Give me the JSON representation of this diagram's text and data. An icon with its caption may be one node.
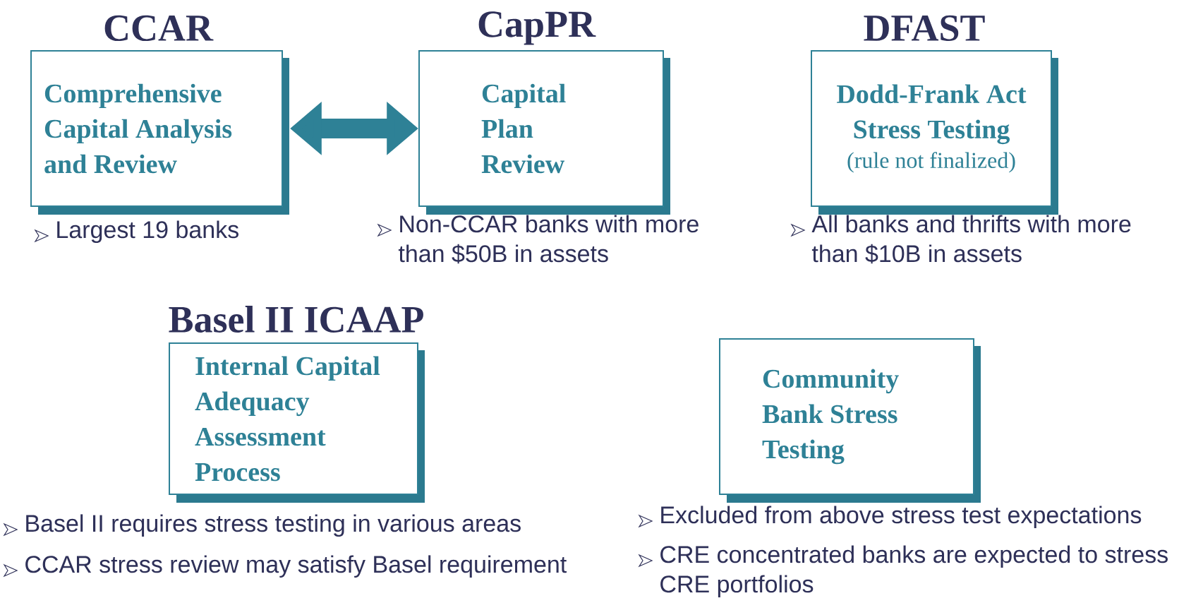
{
  "diagram": {
    "nodes": [
      {
        "text": [
          "CCAR",
          "Comprehensive Capital Analysis and Review"
        ],
        "beside": [
          "Largest 19 banks"
        ]
      },
      {
        "text": [
          "CapPR",
          "Capital Plan Review"
        ],
        "beside": [
          "Non-CCAR banks with more than $50B in assets"
        ]
      },
      {
        "text": [
          "DFAST",
          "Dodd-Frank Act Stress Testing",
          "(rule not finalized)"
        ],
        "beside": [
          "All banks and thrifts with more than $10B in assets"
        ]
      },
      {
        "text": [
          "Basel II ICAAP",
          "Internal Capital Adequacy Assessment Process"
        ],
        "beside": [
          "Basel II requires stress testing in various areas",
          "CCAR stress review may satisfy Basel requirement"
        ]
      },
      {
        "text": [
          "Community Bank Stress Testing"
        ],
        "beside": [
          "Excluded from above stress test expectations",
          "CRE concentrated banks are expected to stress CRE portfolios"
        ]
      }
    ],
    "edges": [
      {
        "from": 0,
        "to": 1,
        "arrow": "both"
      }
    ]
  }
}
